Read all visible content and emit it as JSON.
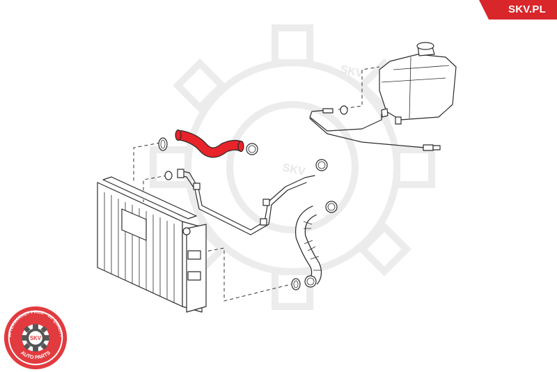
{
  "brand": {
    "tab_text": "SKV.PL",
    "color": "#d9262a"
  },
  "badge": {
    "top_arc_text": "AFTERMARKET PRICE · OE QUALITY",
    "bottom_text": "AUTO PARTS",
    "center_text": "SKV",
    "ring_color": "#e23b3f",
    "inner_color": "#555555"
  },
  "watermark": {
    "text": "SKV"
  },
  "diagram": {
    "highlight_color": "#e8232a",
    "icons": [
      "gear-watermark",
      "radiator",
      "expansion-tank",
      "coolant-hose",
      "hose-clamp",
      "o-ring"
    ]
  }
}
